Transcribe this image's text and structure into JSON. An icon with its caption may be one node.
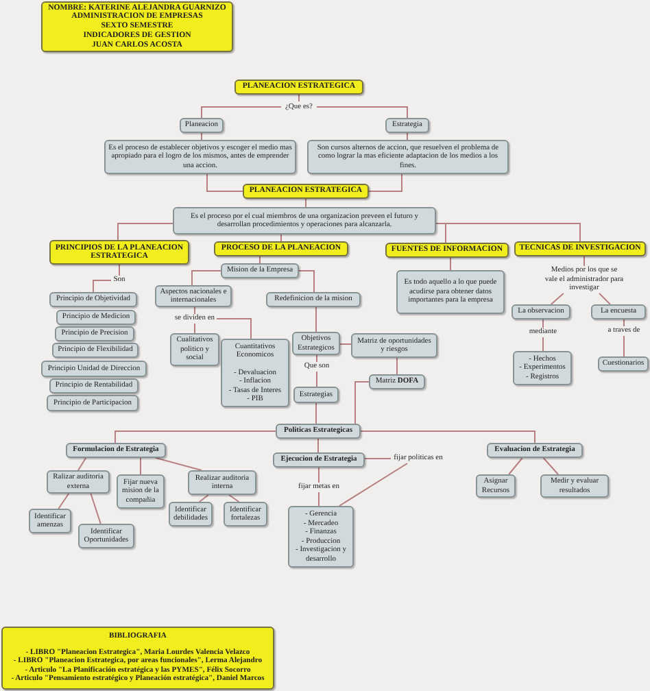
{
  "diagram": {
    "nodes": [
      {
        "text": [
          "NOMBRE: KATERINE ALEJANDRA GUARNIZO",
          "ADMINISTRACION DE EMPRESAS",
          "SEXTO SEMESTRE",
          "INDICADORES DE GESTION",
          "JUAN CARLOS ACOSTA"
        ]
      },
      {
        "text": [
          "PLANEACION ESTRATEGICA"
        ]
      },
      {
        "text": [
          "¿Que es?"
        ]
      },
      {
        "text": [
          "Planeacion"
        ]
      },
      {
        "text": [
          "Estrategia"
        ]
      },
      {
        "text": [
          "Es el proceso de establecer objetivos y escoger el medio mas apropiado para el logro de los mismos, antes de emprender una accion."
        ]
      },
      {
        "text": [
          "Son cursos alternos de accion, que resuelven el problema de como lograr la mas eficiente adaptacion de los medios a los fines."
        ]
      },
      {
        "text": [
          "PLANEACION ESTRATEGICA"
        ]
      },
      {
        "text": [
          "Es el proceso por el cual miembros de una organizacion preveen el futuro y desarrollan procedimientos y operaciones para alcanzarla."
        ]
      },
      {
        "text": [
          "PRINCIPIOS DE LA PLANEACION ESTRATEGICA"
        ]
      },
      {
        "text": [
          "PROCESO DE LA PLANEACION"
        ]
      },
      {
        "text": [
          "FUENTES DE INFORMACION"
        ]
      },
      {
        "text": [
          "TECNICAS DE INVESTIGACION"
        ]
      },
      {
        "text": [
          "Son"
        ]
      },
      {
        "text": [
          "Principio de Objetividad"
        ]
      },
      {
        "text": [
          "Principio de Medicion"
        ]
      },
      {
        "text": [
          "Principio de Precision"
        ]
      },
      {
        "text": [
          "Principio de Flexibilidad"
        ]
      },
      {
        "text": [
          "Principio Unidad de Direccion"
        ]
      },
      {
        "text": [
          "Principio de Rentabilidad"
        ]
      },
      {
        "text": [
          "Principio de Participacion"
        ]
      },
      {
        "text": [
          "Mision de la Empresa"
        ]
      },
      {
        "text": [
          "Aspectos nacionales e internacionales"
        ]
      },
      {
        "text": [
          "Redefinicion de la mision"
        ]
      },
      {
        "text": [
          "se dividen en"
        ]
      },
      {
        "text": [
          "Cualitativos politico y social"
        ]
      },
      {
        "text": [
          "Cuantitativos Economicos",
          "- Devaluacion",
          "- Inflacion",
          "- Tasas de Interes",
          "- PIB"
        ]
      },
      {
        "text": [
          "Objetivos Estrategicos"
        ]
      },
      {
        "text": [
          "Matriz de oportunidades y riesgos"
        ]
      },
      {
        "text": [
          "Que son"
        ]
      },
      {
        "text": [
          "Matriz **DOFA**"
        ]
      },
      {
        "text": [
          "Estrategias"
        ]
      },
      {
        "text": [
          "Politicas Estrategicas"
        ]
      },
      {
        "text": [
          "Formulacion de Estrategia"
        ]
      },
      {
        "text": [
          "Ejecucion de Estrategia"
        ]
      },
      {
        "text": [
          "fijar politicas en"
        ]
      },
      {
        "text": [
          "Evaluacion de Estrategia"
        ]
      },
      {
        "text": [
          "Ralizar auditoria externa"
        ]
      },
      {
        "text": [
          "Fijar nueva mision de la compañia"
        ]
      },
      {
        "text": [
          "Realizar auditoria interna"
        ]
      },
      {
        "text": [
          "fijar metas en"
        ]
      },
      {
        "text": [
          "Asignar Recursos"
        ]
      },
      {
        "text": [
          "Medir y evaluar resultados"
        ]
      },
      {
        "text": [
          "Identificar amenzas"
        ]
      },
      {
        "text": [
          "Identificar debilidades"
        ]
      },
      {
        "text": [
          "Identificar fortalezas"
        ]
      },
      {
        "text": [
          "Identificar Oportunidades"
        ]
      },
      {
        "text": [
          "- Gerencia",
          "- Mercadeo",
          "- Finanzas",
          "- Produccion",
          "- Investigacion y desarrollo"
        ]
      },
      {
        "text": [
          "Es todo aquello a lo que puede acudirse para obtener datos importantes para la empresa"
        ]
      },
      {
        "text": [
          "Medios por los que se vale el administrador para investigar"
        ]
      },
      {
        "text": [
          "La observacion"
        ]
      },
      {
        "text": [
          "La encuesta"
        ]
      },
      {
        "text": [
          "mediante"
        ]
      },
      {
        "text": [
          "a traves de"
        ]
      },
      {
        "text": [
          "- Hechos",
          "- Experimentos",
          "- Registros"
        ]
      },
      {
        "text": [
          "Cuestionarios"
        ]
      },
      {
        "text": [
          "BIBLIOGRAFIA",
          "- LIBRO \"Planeacion Estrategica\", Maria Lourdes Valencia Velazco",
          "- LIBRO \"Planeacion Estrategica, por areas funcionales\", Lerma Alejandro",
          "- Articulo \"La Planificación estratégica y las PYMES\", Félix Socorro",
          "- Articulo \"Pensamiento estratégico y Planeación estratégica\", Daniel Marcos"
        ]
      }
    ],
    "edges": [
      {
        "from": 1,
        "to": 2,
        "arrow": "none"
      },
      {
        "from": 2,
        "to": 3,
        "arrow": "none"
      },
      {
        "from": 2,
        "to": 4,
        "arrow": "none"
      },
      {
        "from": 3,
        "to": 5,
        "arrow": "none"
      },
      {
        "from": 4,
        "to": 6,
        "arrow": "none"
      },
      {
        "from": 5,
        "to": 7,
        "arrow": "none"
      },
      {
        "from": 6,
        "to": 7,
        "arrow": "none"
      },
      {
        "from": 7,
        "to": 8,
        "arrow": "none"
      },
      {
        "from": 8,
        "to": 9,
        "arrow": "none"
      },
      {
        "from": 8,
        "to": 10,
        "arrow": "none"
      },
      {
        "from": 8,
        "to": 11,
        "arrow": "none"
      },
      {
        "from": 8,
        "to": 12,
        "arrow": "none"
      },
      {
        "from": 9,
        "to": 13,
        "arrow": "none"
      },
      {
        "from": 13,
        "to": 14,
        "arrow": "none"
      },
      {
        "from": 10,
        "to": 21,
        "arrow": "none"
      },
      {
        "from": 21,
        "to": 22,
        "arrow": "none"
      },
      {
        "from": 21,
        "to": 23,
        "arrow": "none"
      },
      {
        "from": 22,
        "to": 24,
        "arrow": "none"
      },
      {
        "from": 24,
        "to": 25,
        "arrow": "none"
      },
      {
        "from": 24,
        "to": 26,
        "arrow": "none"
      },
      {
        "from": 23,
        "to": 27,
        "arrow": "none"
      },
      {
        "from": 27,
        "to": 28,
        "arrow": "none"
      },
      {
        "from": 27,
        "to": 29,
        "arrow": "none"
      },
      {
        "from": 29,
        "to": 31,
        "arrow": "none"
      },
      {
        "from": 28,
        "to": 30,
        "arrow": "none"
      },
      {
        "from": 30,
        "to": 32,
        "arrow": "none"
      },
      {
        "from": 31,
        "to": 32,
        "arrow": "none"
      },
      {
        "from": 32,
        "to": 33,
        "arrow": "none"
      },
      {
        "from": 32,
        "to": 34,
        "arrow": "none"
      },
      {
        "from": 32,
        "to": 36,
        "arrow": "none"
      },
      {
        "from": 33,
        "to": 37,
        "arrow": "none"
      },
      {
        "from": 33,
        "to": 38,
        "arrow": "none"
      },
      {
        "from": 33,
        "to": 39,
        "arrow": "none"
      },
      {
        "from": 37,
        "to": 43,
        "arrow": "none"
      },
      {
        "from": 37,
        "to": 46,
        "arrow": "none"
      },
      {
        "from": 39,
        "to": 44,
        "arrow": "none"
      },
      {
        "from": 39,
        "to": 45,
        "arrow": "none"
      },
      {
        "from": 34,
        "to": 40,
        "arrow": "none"
      },
      {
        "from": 40,
        "to": 47,
        "arrow": "none"
      },
      {
        "from": 34,
        "to": 35,
        "arrow": "none"
      },
      {
        "from": 35,
        "to": 47,
        "arrow": "none"
      },
      {
        "from": 36,
        "to": 41,
        "arrow": "none"
      },
      {
        "from": 36,
        "to": 42,
        "arrow": "none"
      },
      {
        "from": 11,
        "to": 48,
        "arrow": "none"
      },
      {
        "from": 12,
        "to": 49,
        "arrow": "none"
      },
      {
        "from": 49,
        "to": 50,
        "arrow": "none"
      },
      {
        "from": 49,
        "to": 51,
        "arrow": "none"
      },
      {
        "from": 50,
        "to": 52,
        "arrow": "none"
      },
      {
        "from": 52,
        "to": 54,
        "arrow": "none"
      },
      {
        "from": 51,
        "to": 53,
        "arrow": "none"
      },
      {
        "from": 53,
        "to": 55,
        "arrow": "none"
      }
    ]
  }
}
